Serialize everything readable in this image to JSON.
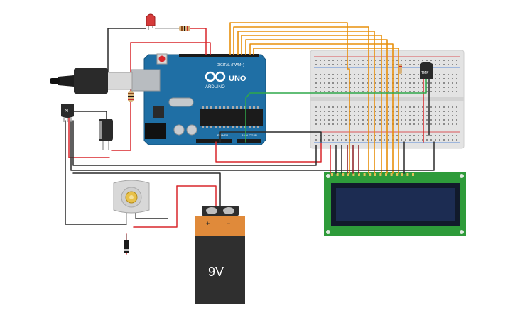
{
  "arduino": {
    "logo_text": "ARDUINO",
    "model": "UNO",
    "digital_label": "DIGITAL (PWM~)",
    "power_label": "POWER",
    "analog_label": "ANALOG IN",
    "color": "#1f6fa5"
  },
  "battery": {
    "label": "9V",
    "plus": "+",
    "minus": "−"
  },
  "transistor": {
    "label": "N"
  },
  "temp_sensor": {
    "label": "TMP"
  },
  "colors": {
    "wire_orange": "#e8900c",
    "wire_red": "#d9262b",
    "wire_black": "#2a2a2a",
    "wire_green": "#2fa84a",
    "lcd_board": "#2e9b3a",
    "lcd_screen": "#1c2c52"
  }
}
